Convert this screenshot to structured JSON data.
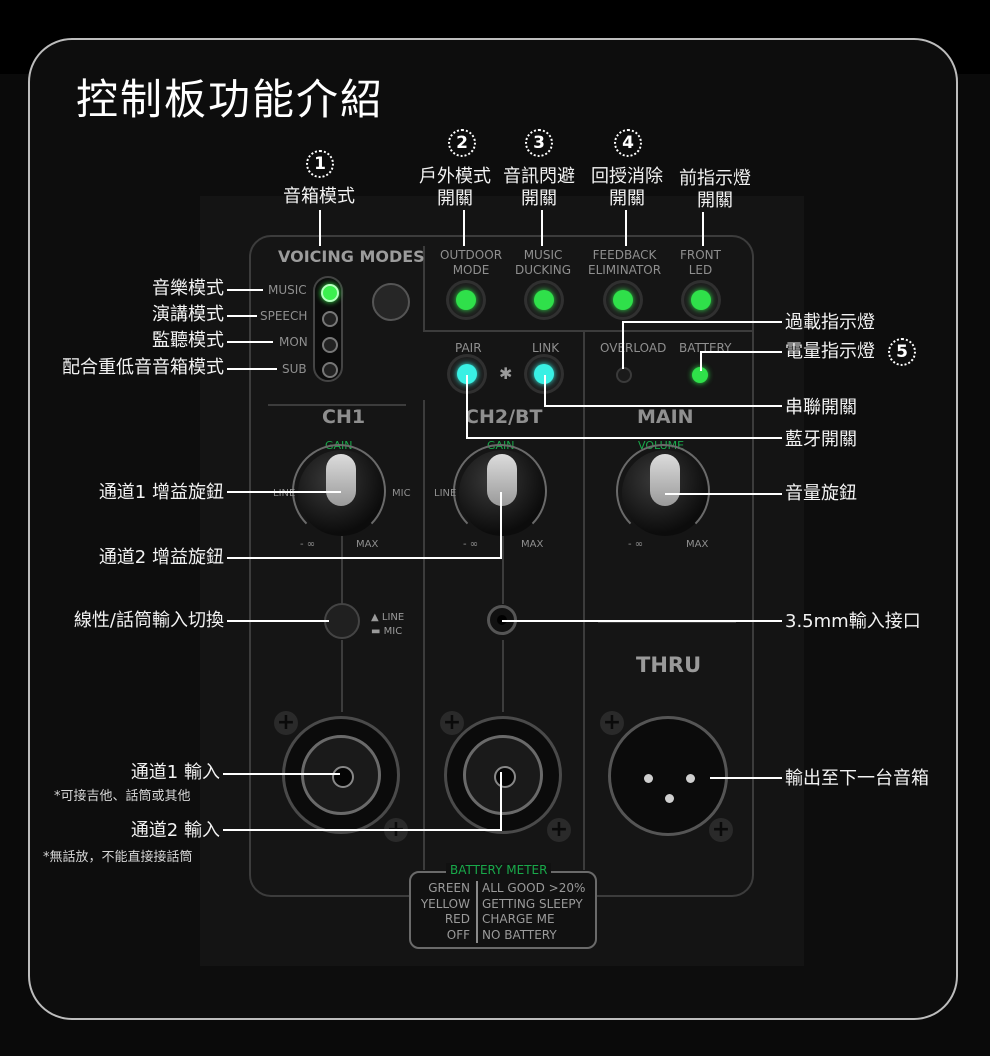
{
  "title": "控制板功能介紹",
  "numbers": [
    "1",
    "2",
    "3",
    "4",
    "5"
  ],
  "top_callouts": {
    "voicing": "音箱模式",
    "outdoor": [
      "戶外模式",
      "開關"
    ],
    "ducking": [
      "音訊閃避",
      "開關"
    ],
    "feedback": [
      "回授消除",
      "開關"
    ],
    "frontled": [
      "前指示燈",
      "開關"
    ]
  },
  "left_callouts": {
    "music": "音樂模式",
    "speech": "演講模式",
    "mon": "監聽模式",
    "sub": "配合重低音音箱模式",
    "ch1_gain": "通道1 增益旋鈕",
    "ch2_gain": "通道2 增益旋鈕",
    "line_mic": "線性/話筒輸入切換",
    "ch1_input": "通道1 輸入",
    "ch1_input_note": "*可接吉他、話筒或其他",
    "ch2_input": "通道2 輸入",
    "ch2_input_note": "*無話放，不能直接接話筒"
  },
  "right_callouts": {
    "overload": "過載指示燈",
    "battery": "電量指示燈",
    "link": "串聯開關",
    "pair": "藍牙開關",
    "volume": "音量旋鈕",
    "aux": "3.5mm輸入接口",
    "thru": "輸出至下一台音箱"
  },
  "panel": {
    "voicing_modes": "VOICING MODES",
    "modes": [
      "MUSIC",
      "SPEECH",
      "MON",
      "SUB"
    ],
    "outdoor": [
      "OUTDOOR",
      "MODE"
    ],
    "ducking": [
      "MUSIC",
      "DUCKING"
    ],
    "feedback": [
      "FEEDBACK",
      "ELIMINATOR"
    ],
    "front": [
      "FRONT",
      "LED"
    ],
    "pair": "PAIR",
    "link": "LINK",
    "overload": "OVERLOAD",
    "battery": "BATTERY",
    "ch1": "CH1",
    "ch2": "CH2/BT",
    "main": "MAIN",
    "gain": "GAIN",
    "volume": "VOLUME",
    "line": "LINE",
    "mic": "MIC",
    "min": "- ∞",
    "max": "MAX",
    "sw_line": "LINE",
    "sw_mic": "MIC",
    "thru": "THRU",
    "battery_meter": {
      "title": "BATTERY METER",
      "colors": [
        "GREEN",
        "YELLOW",
        "RED",
        "OFF"
      ],
      "meanings": [
        "ALL GOOD >20%",
        "GETTING SLEEPY",
        "CHARGE ME",
        "NO BATTERY"
      ]
    }
  },
  "colors": {
    "led_green": "#2fe04a",
    "led_cyan": "#39f0e4",
    "label_green": "#19a84a"
  }
}
